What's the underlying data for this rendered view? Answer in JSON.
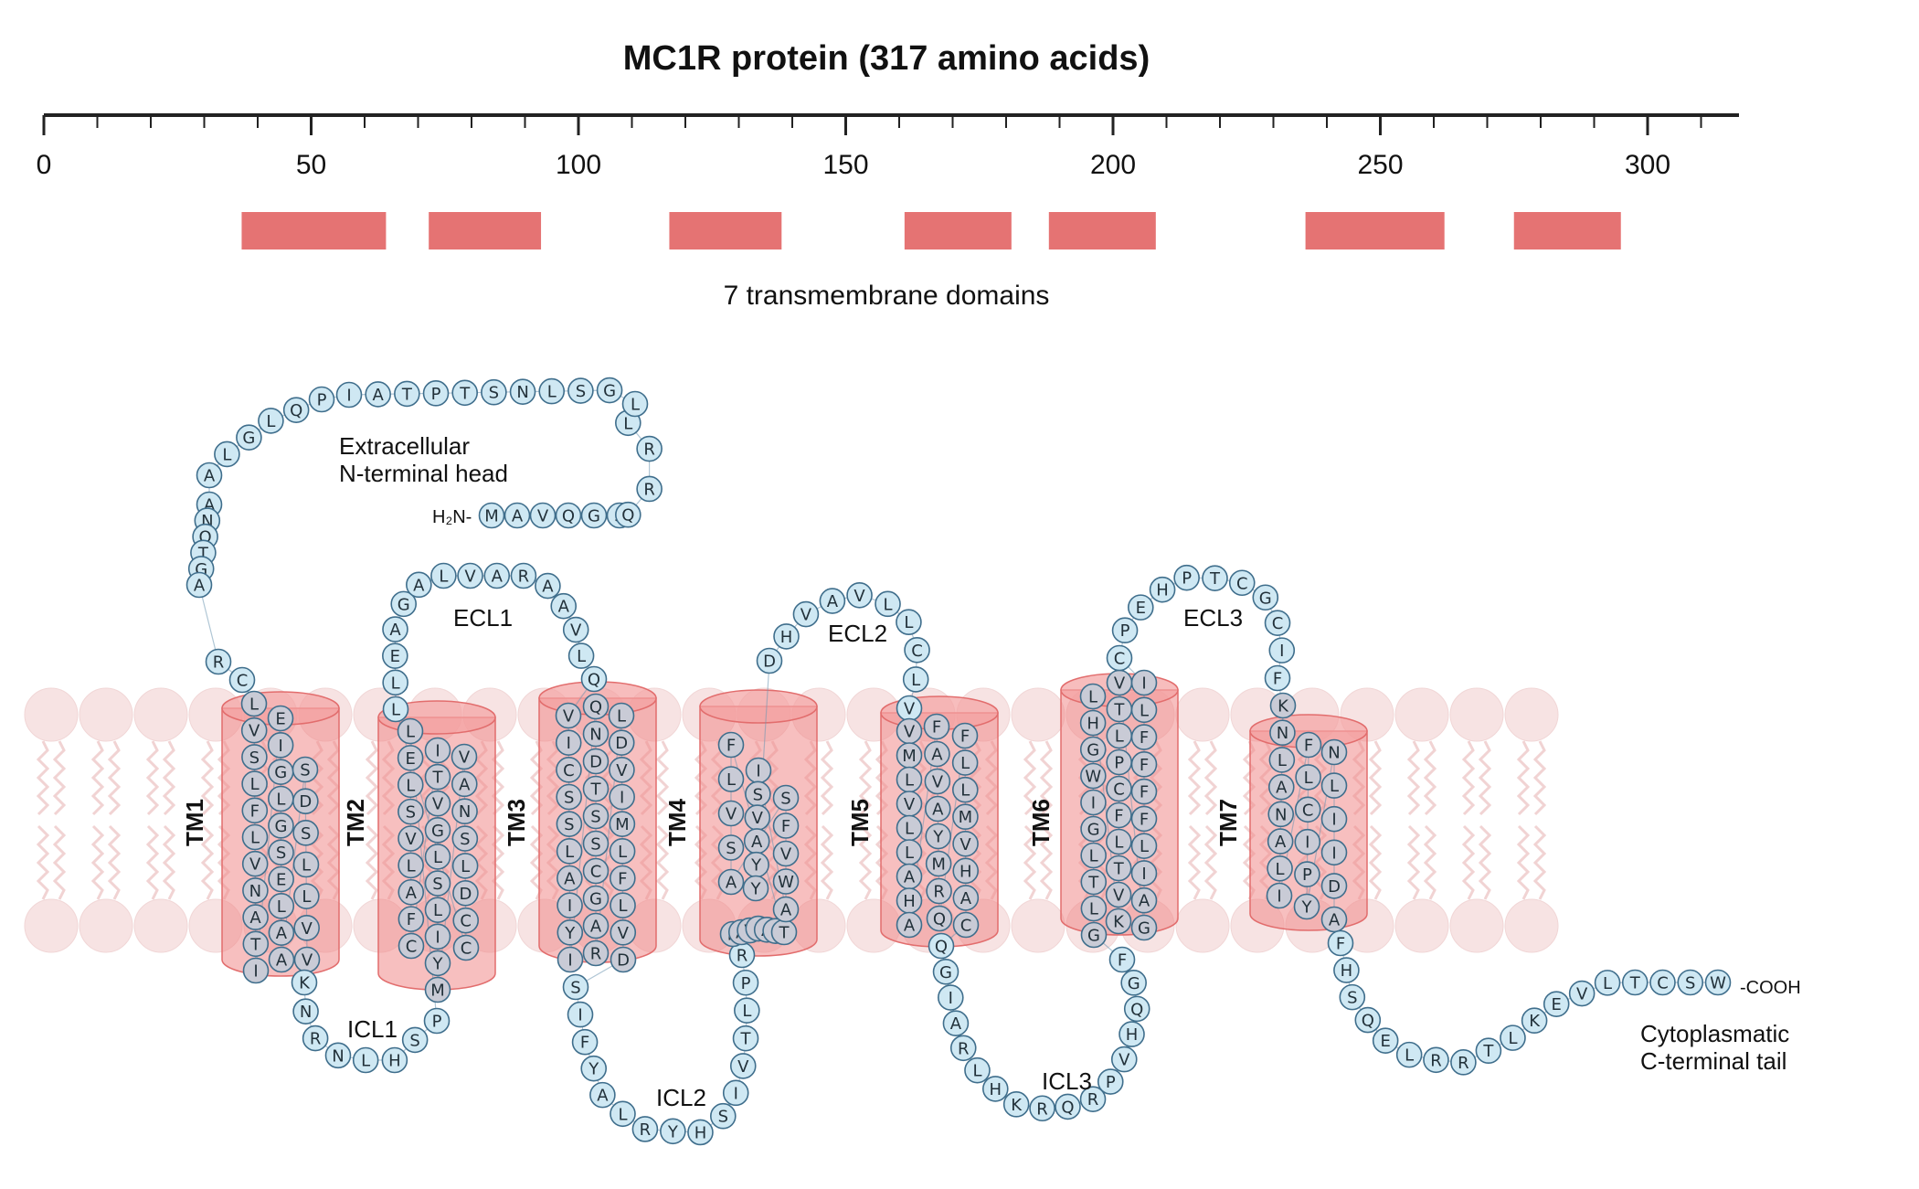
{
  "title": "MC1R protein (317 amino acids)",
  "ruler": {
    "min": 0,
    "max": 317,
    "tick_labels": [
      "0",
      "50",
      "100",
      "150",
      "200",
      "250",
      "300"
    ]
  },
  "domains_caption": "7 transmembrane domains",
  "domains": [
    {
      "name": "TM1",
      "start": 37,
      "end": 64
    },
    {
      "name": "TM2",
      "start": 72,
      "end": 93
    },
    {
      "name": "TM3",
      "start": 117,
      "end": 138
    },
    {
      "name": "TM4",
      "start": 161,
      "end": 181
    },
    {
      "name": "TM5",
      "start": 188,
      "end": 208
    },
    {
      "name": "TM6",
      "start": 236,
      "end": 262
    },
    {
      "name": "TM7",
      "start": 275,
      "end": 295
    }
  ],
  "labels": {
    "n_head": "Extracellular\nN-terminal head",
    "c_tail": "Cytoplasmatic\nC-terminal tail",
    "n_terminus": "H₂N-",
    "c_terminus": "-COOH",
    "ecl": [
      "ECL1",
      "ECL2",
      "ECL3"
    ],
    "icl": [
      "ICL1",
      "ICL2",
      "ICL3"
    ],
    "tm": [
      "TM1",
      "TM2",
      "TM3",
      "TM4",
      "TM5",
      "TM6",
      "TM7"
    ]
  },
  "colors": {
    "domain_bar": "#e57373",
    "cylinder": "#f08a8a",
    "residue_fill": "#cfe8f3",
    "residue_tm_fill": "#c9cbd6",
    "residue_stroke": "#3f6e8c",
    "membrane_head": "#f7e3e3",
    "lipid_tail": "#f1d3d3"
  },
  "sequence": {
    "n_head": [
      "M",
      "A",
      "V",
      "Q",
      "G",
      "S",
      "Q",
      "R",
      "R",
      "L",
      "L",
      "G",
      "S",
      "L",
      "N",
      "S",
      "T",
      "P",
      "T",
      "A",
      "I",
      "P",
      "Q",
      "L",
      "G",
      "L",
      "A",
      "A",
      "N",
      "Q",
      "T",
      "G",
      "A",
      "R",
      "C"
    ],
    "tm1": [
      [
        "L",
        "V",
        "S",
        "L",
        "F",
        "L",
        "V",
        "N",
        "A",
        "T",
        "I"
      ],
      [
        "E",
        "I",
        "G",
        "L",
        "G",
        "S",
        "E",
        "L",
        "A",
        "A"
      ],
      [
        "S",
        "D",
        "S",
        "L",
        "L",
        "V",
        "V"
      ]
    ],
    "icl1": [
      "K",
      "N",
      "R",
      "N",
      "L",
      "H",
      "S",
      "P"
    ],
    "tm2": [
      [
        "L",
        "E",
        "L",
        "S",
        "V",
        "L",
        "A",
        "F",
        "C"
      ],
      [
        "I",
        "T",
        "V",
        "G",
        "L",
        "S",
        "L",
        "I",
        "Y",
        "M"
      ],
      [
        "V",
        "A",
        "N",
        "S",
        "L",
        "D",
        "C",
        "C"
      ]
    ],
    "ecl1": [
      "L",
      "L",
      "E",
      "A",
      "G",
      "A",
      "L",
      "V",
      "A",
      "R",
      "A",
      "A",
      "V",
      "L",
      "Q"
    ],
    "tm3": [
      [
        "V",
        "I",
        "C",
        "S",
        "S",
        "L",
        "A",
        "I",
        "Y",
        "I"
      ],
      [
        "Q",
        "N",
        "D",
        "T",
        "S",
        "S",
        "C",
        "G",
        "A",
        "R"
      ],
      [
        "L",
        "D",
        "V",
        "I",
        "M",
        "L",
        "F",
        "L",
        "V",
        "D"
      ]
    ],
    "icl2": [
      "S",
      "I",
      "F",
      "Y",
      "A",
      "L",
      "R",
      "Y",
      "H",
      "S",
      "I",
      "V",
      "T",
      "L",
      "P",
      "R"
    ],
    "tm4": [
      [
        "R",
        "A",
        "V",
        "I",
        "A",
        "I",
        "T"
      ],
      [
        "F",
        "L",
        "V",
        "S",
        "A"
      ],
      [
        "S",
        "F",
        "V",
        "W",
        "A"
      ],
      [
        "I",
        "S",
        "V",
        "A",
        "Y",
        "Y"
      ]
    ],
    "ecl2": [
      "D",
      "H",
      "V",
      "A",
      "V",
      "L",
      "L",
      "C",
      "L",
      "V"
    ],
    "tm5": [
      [
        "V",
        "M",
        "L",
        "V",
        "L",
        "L",
        "A",
        "H",
        "A"
      ],
      [
        "F",
        "A",
        "V",
        "A",
        "Y",
        "M",
        "R",
        "Q"
      ],
      [
        "F",
        "L",
        "L",
        "M",
        "V",
        "H",
        "A",
        "C"
      ]
    ],
    "icl3": [
      "Q",
      "G",
      "I",
      "A",
      "R",
      "L",
      "H",
      "K",
      "R",
      "Q",
      "R",
      "P",
      "V",
      "H",
      "Q",
      "G",
      "F"
    ],
    "tm6": [
      [
        "G",
        "L",
        "T",
        "L",
        "G",
        "I",
        "W",
        "G",
        "H",
        "L"
      ],
      [
        "K",
        "V",
        "T",
        "L",
        "F",
        "C",
        "P",
        "L",
        "T",
        "V"
      ],
      [
        "G",
        "A",
        "I",
        "L",
        "F",
        "F",
        "F",
        "F",
        "L",
        "I"
      ]
    ],
    "ecl3": [
      "C",
      "P",
      "E",
      "H",
      "P",
      "T",
      "C",
      "G",
      "C",
      "I",
      "F"
    ],
    "tm7": [
      [
        "K",
        "N",
        "L",
        "A",
        "N",
        "A",
        "L",
        "I"
      ],
      [
        "F",
        "L",
        "C",
        "I",
        "P",
        "Y"
      ],
      [
        "N",
        "L",
        "I",
        "I",
        "D",
        "A"
      ]
    ],
    "c_tail": [
      "F",
      "H",
      "S",
      "Q",
      "E",
      "L",
      "R",
      "R",
      "T",
      "L",
      "K",
      "E",
      "V",
      "L",
      "T",
      "C",
      "S",
      "W"
    ]
  }
}
